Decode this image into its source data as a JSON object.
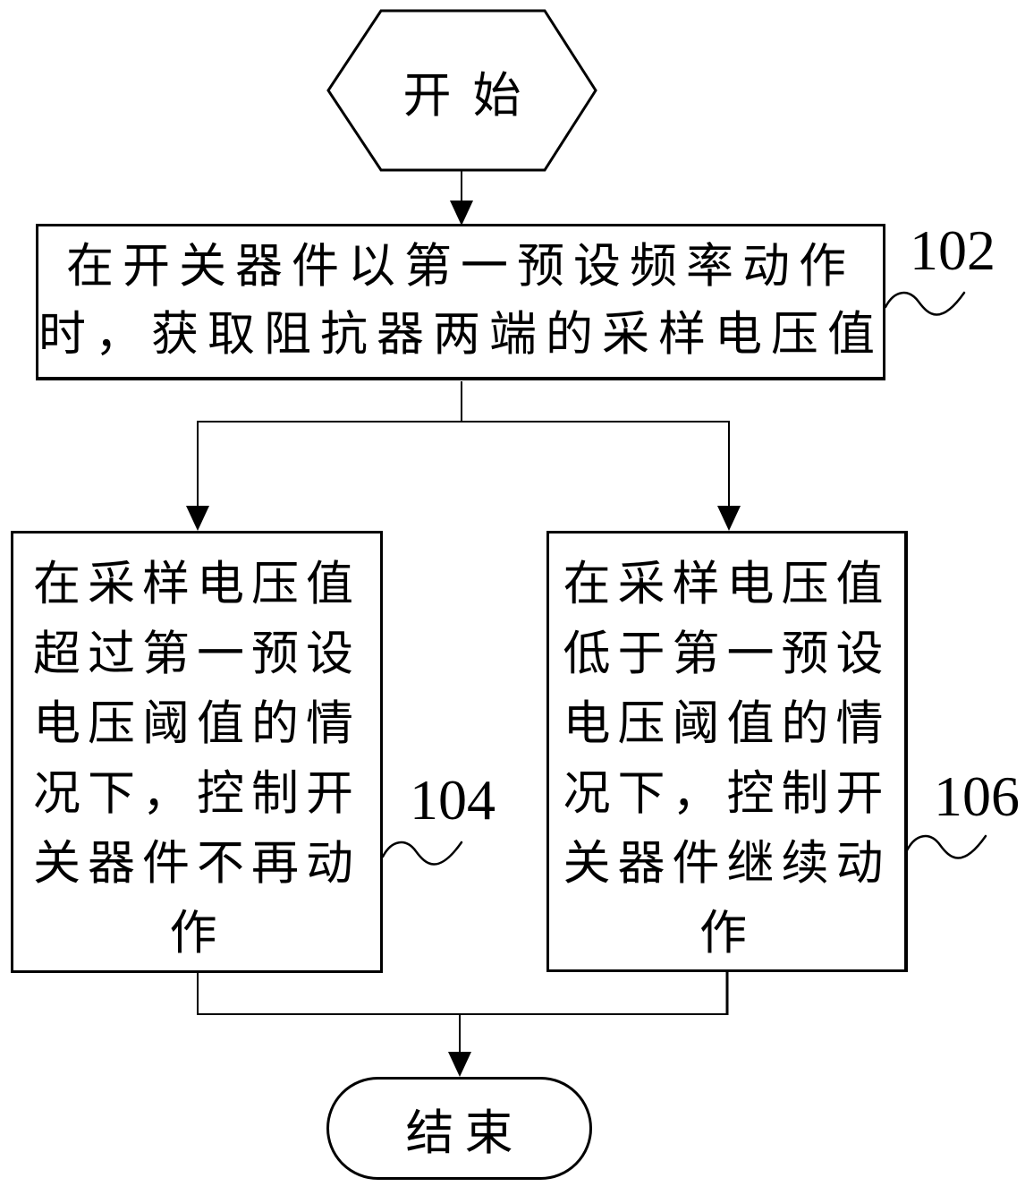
{
  "figure": {
    "type": "flowchart",
    "background_color": "#ffffff",
    "stroke_color": "#000000"
  },
  "nodes": {
    "start": {
      "shape": "hexagon",
      "label": "开始"
    },
    "step102": {
      "shape": "rectangle",
      "ref": "102",
      "lines": [
        "在开关器件以第一预设频率动作",
        "时，获取阻抗器两端的采样电压值"
      ],
      "text": "在开关器件以第一预设频率动作时，获取阻抗器两端的采样电压值"
    },
    "step104": {
      "shape": "rectangle",
      "ref": "104",
      "lines": [
        "在采样电压值",
        "超过第一预设",
        "电压阈值的情",
        "况下，控制开",
        "关器件不再动",
        "作"
      ],
      "text": "在采样电压值超过第一预设电压阈值的情况下，控制开关器件不再动作"
    },
    "step106": {
      "shape": "rectangle",
      "ref": "106",
      "lines": [
        "在采样电压值",
        "低于第一预设",
        "电压阈值的情",
        "况下，控制开",
        "关器件继续动",
        "作"
      ],
      "text": "在采样电压值低于第一预设电压阈值的情况下，控制开关器件继续动作"
    },
    "end": {
      "shape": "stadium",
      "label": "结束"
    }
  }
}
